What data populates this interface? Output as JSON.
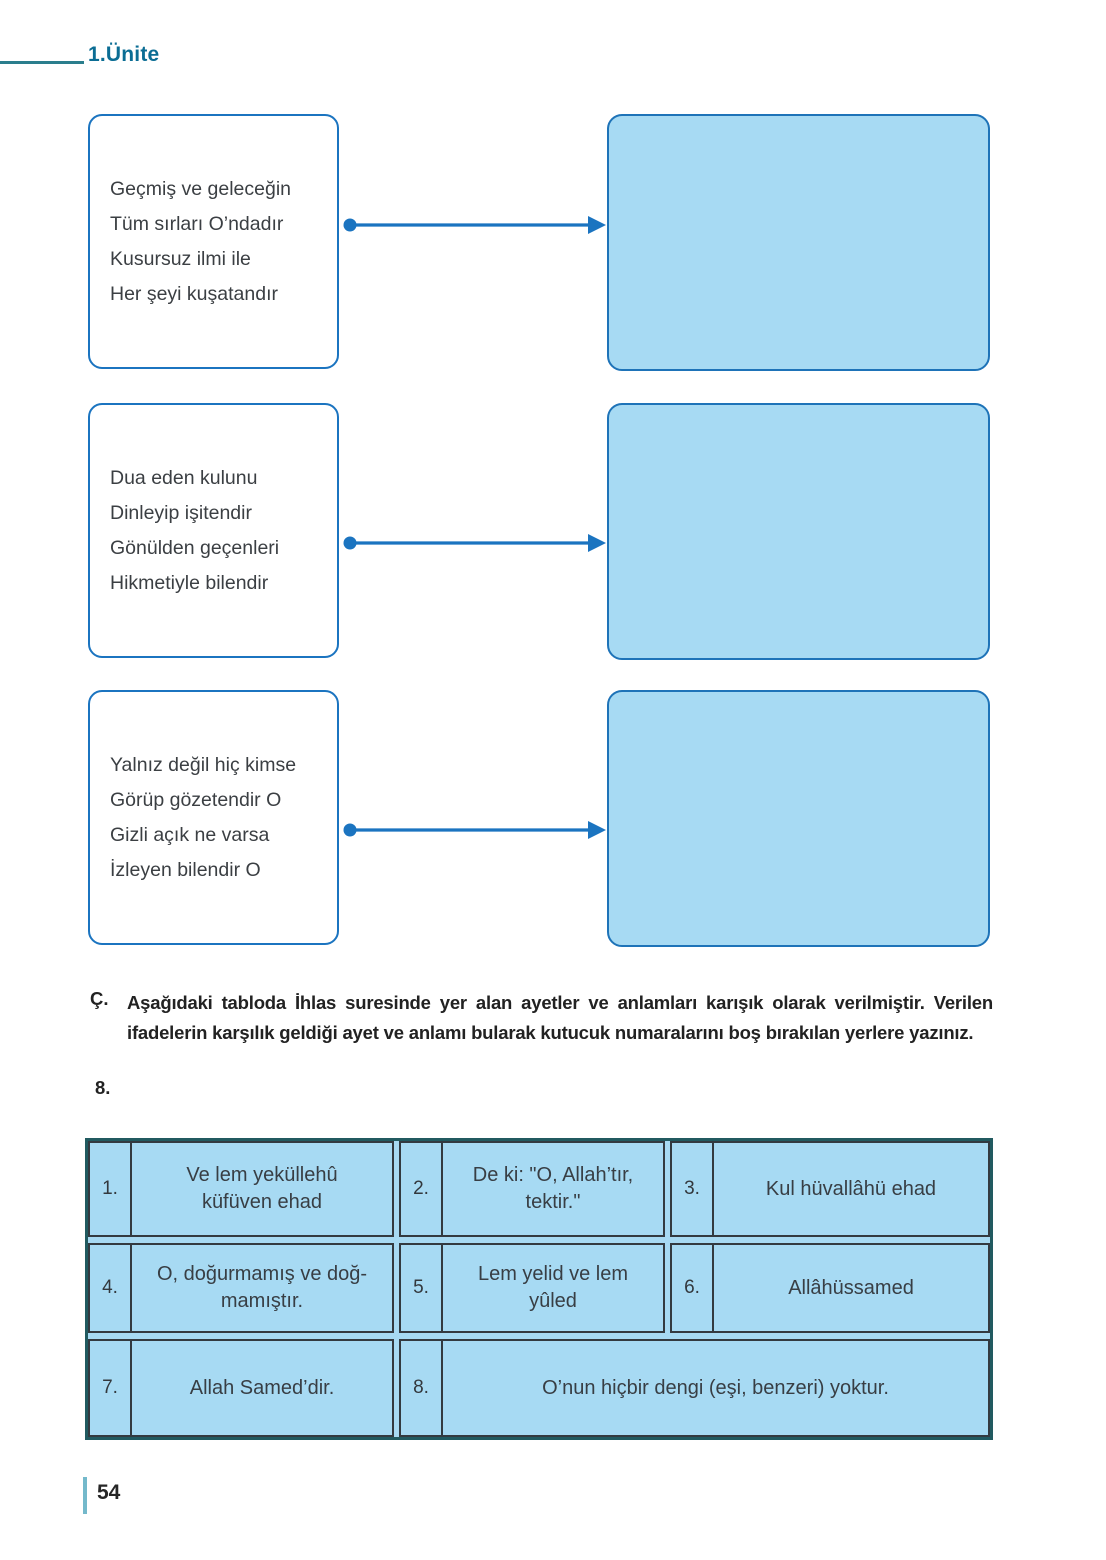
{
  "page": {
    "unit_label": "1.Ünite",
    "page_number": "54"
  },
  "colors": {
    "accent_blue": "#1b74c0",
    "fill_light_blue": "#a7daf3",
    "table_outer_border": "#215a60",
    "table_inner_border": "#333a40",
    "header_teal": "#0b6d94",
    "rule_teal": "#2a7e8d",
    "footer_bar": "#74b9cb"
  },
  "matching": {
    "items": [
      {
        "lines": [
          "Geçmiş ve geleceğin",
          "Tüm sırları O’ndadır",
          "Kusursuz ilmi ile",
          "Her şeyi kuşatandır"
        ]
      },
      {
        "lines": [
          "Dua eden kulunu",
          "Dinleyip işitendir",
          "Gönülden geçenleri",
          "Hikmetiyle bilendir"
        ]
      },
      {
        "lines": [
          "Yalnız değil hiç kimse",
          "Görüp gözetendir O",
          "Gizli açık ne varsa",
          "İzleyen bilendir O"
        ]
      }
    ]
  },
  "exercise": {
    "label": "Ç.",
    "instruction": "Aşağıdaki tabloda İhlas suresinde yer alan ayetler ve anlamları karışık olarak verilmiştir. Verilen ifadelerin karşılık geldiği ayet ve anlamı bularak kutucuk numaralarını boş bırakılan yerlere yazınız.",
    "item_number": "8.",
    "table": {
      "cells": [
        {
          "num": "1.",
          "text": "Ve lem yeküllehû\nküfüven ehad"
        },
        {
          "num": "2.",
          "text": "De ki: \"O, Allah’tır,\ntektir.\""
        },
        {
          "num": "3.",
          "text": "Kul hüvallâhü ehad"
        },
        {
          "num": "4.",
          "text": "O, doğurmamış ve doğ-\nmamıştır."
        },
        {
          "num": "5.",
          "text": "Lem yelid ve lem\nyûled"
        },
        {
          "num": "6.",
          "text": "Allâhüssamed"
        },
        {
          "num": "7.",
          "text": "Allah Samed’dir."
        },
        {
          "num": "8.",
          "text": "O’nun hiçbir dengi (eşi, benzeri) yoktur."
        }
      ]
    }
  }
}
